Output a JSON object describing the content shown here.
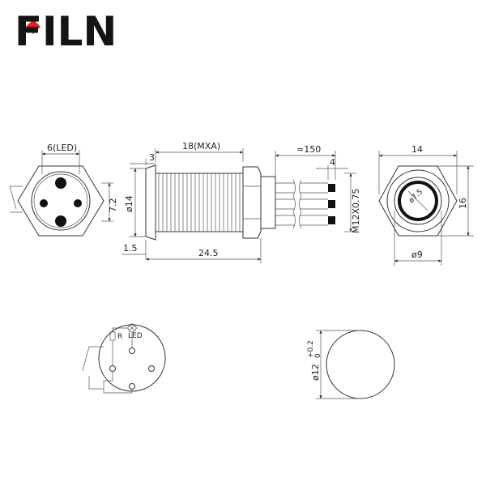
{
  "logo": {
    "text": "FILN",
    "letter_f": "F",
    "letters_rest": "ILN",
    "accent_color": "#e02020"
  },
  "colors": {
    "line": "#333333",
    "accent": "#e02020",
    "black": "#111111"
  },
  "front_view": {
    "led_label": "6(LED)",
    "height_label": "7.2"
  },
  "side_view": {
    "thread_length_label": "18(MXA)",
    "flange_label": "3",
    "diameter_label": "ø14",
    "flange_thickness_label": "1.5",
    "total_length_label": "24.5",
    "wire_length_label": "≈150",
    "wire_strip_label": "4",
    "thread_spec_label": "M12X0.75"
  },
  "top_view": {
    "width_label": "14",
    "height_label": "16",
    "ring_label": "ø7.5",
    "bottom_label": "ø9"
  },
  "wiring": {
    "led_label": "LED",
    "resistor_label": "R"
  },
  "cutout": {
    "diameter_label": "ø12",
    "tol_upper": "+0.2",
    "tol_lower": "0"
  }
}
